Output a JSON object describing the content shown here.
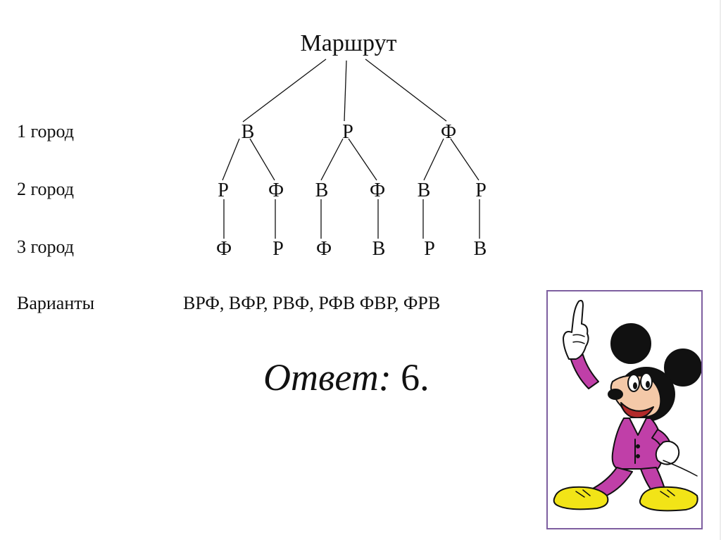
{
  "tree": {
    "root": "Маршрут",
    "level1": [
      "В",
      "Р",
      "Ф"
    ],
    "level2": [
      "Р",
      "Ф",
      "В",
      "Ф",
      "В",
      "Р"
    ],
    "level3": [
      "Ф",
      "Р",
      "Ф",
      "В",
      "Р",
      "В"
    ]
  },
  "rows": {
    "level1_label": "1 город",
    "level2_label": "2 город",
    "level3_label": "3 город",
    "variants_label": "Варианты"
  },
  "variants_text": "ВРФ, ВФР, РВФ, РФВ ФВР, ФРВ",
  "answer": {
    "label": "Ответ:",
    "value": " 6."
  },
  "illustration": {
    "icon": "mickey-mouse-cartoon-icon",
    "frame_color": "#7e5fa0"
  }
}
